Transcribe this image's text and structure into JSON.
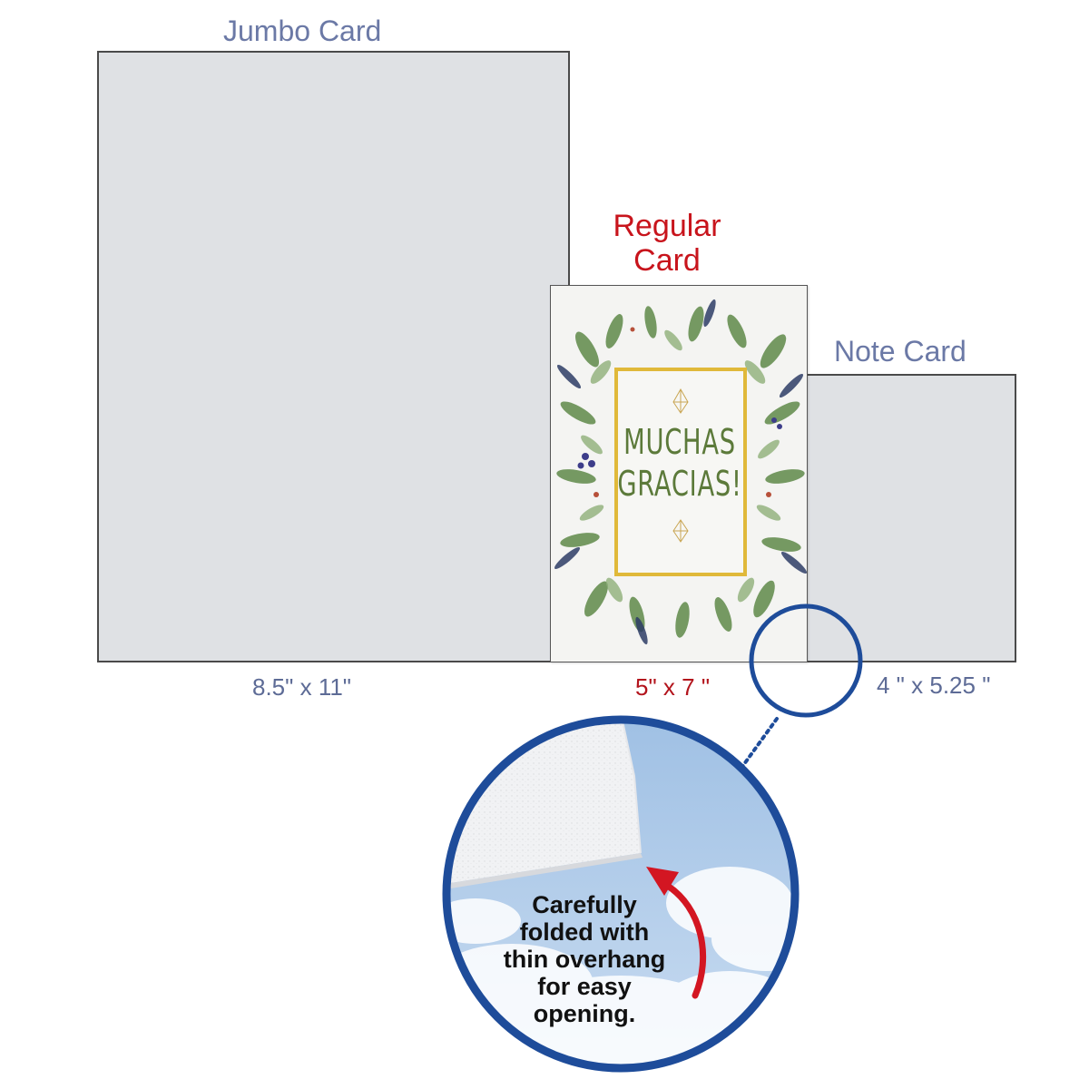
{
  "cards": {
    "jumbo": {
      "label": "Jumbo Card",
      "size": "8.5\"  x 11\""
    },
    "regular": {
      "label_line1": "Regular",
      "label_line2": "Card",
      "size": "5\" x 7 \""
    },
    "note": {
      "label": "Note Card",
      "size": "4 \" x 5.25 \""
    }
  },
  "card_front": {
    "line1": "MUCHAS",
    "line2": "GRACIAS!"
  },
  "zoom_caption": [
    "Carefully",
    "folded with",
    "thin overhang",
    "for easy",
    "opening."
  ],
  "colors": {
    "label_blue": "#6b79a6",
    "label_red": "#c8141c",
    "card_gray": "#dfe1e4",
    "circle_blue": "#1e4c9a",
    "arrow_red": "#d31622"
  }
}
